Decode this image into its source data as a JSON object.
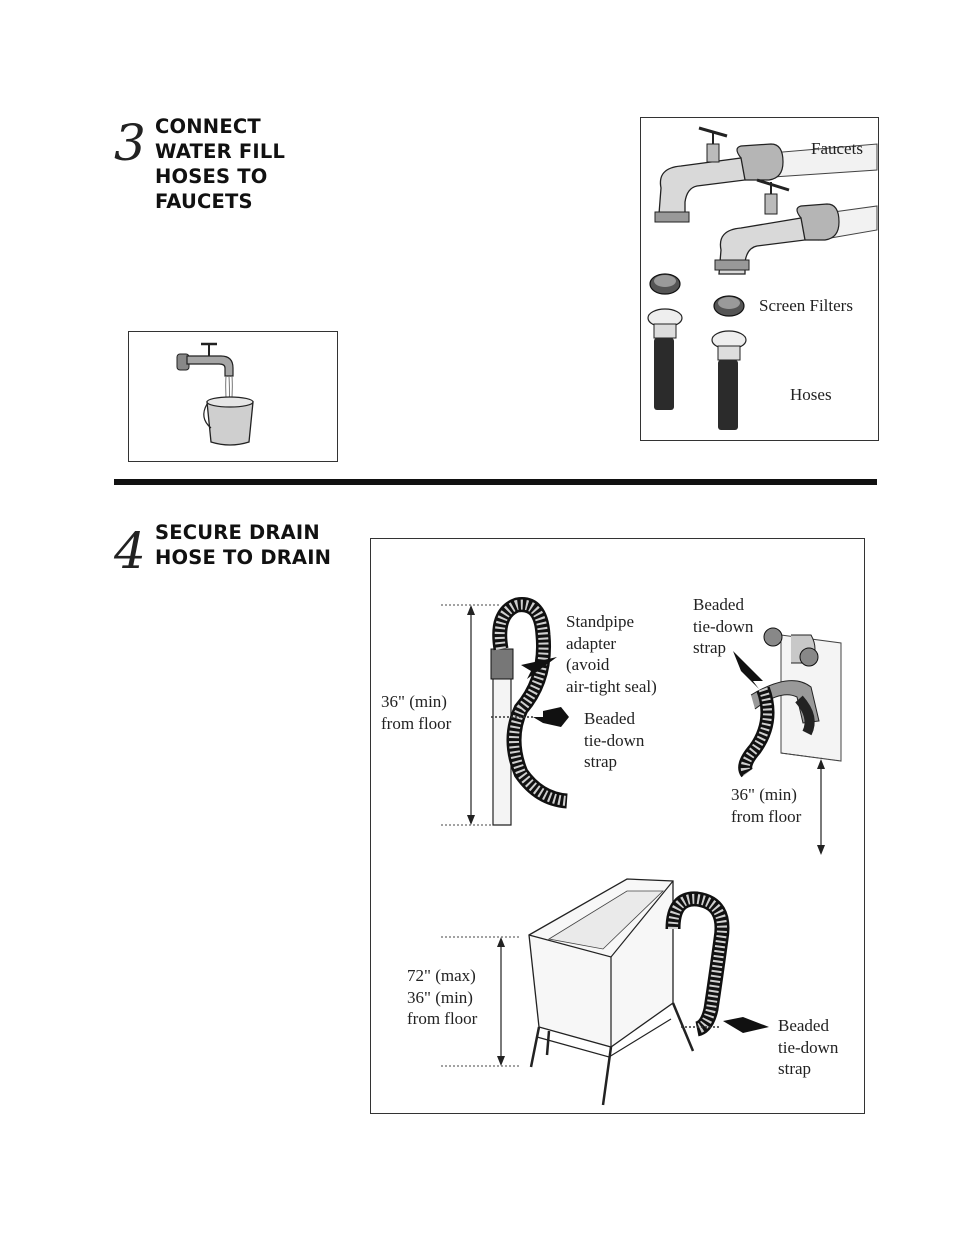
{
  "step3": {
    "number": "3",
    "title_lines": [
      "CONNECT",
      "WATER FILL",
      "HOSES TO",
      "FAUCETS"
    ],
    "labels": {
      "faucets": "Faucets",
      "screen_filters": "Screen Filters",
      "hoses": "Hoses"
    }
  },
  "step4": {
    "number": "4",
    "title_lines": [
      "SECURE DRAIN",
      "HOSE TO DRAIN"
    ],
    "standpipe": {
      "adapter_lines": [
        "Standpipe",
        "adapter",
        "(avoid",
        "air-tight seal)"
      ],
      "height_lines": [
        "36\" (min)",
        "from floor"
      ],
      "strap_lines": [
        "Beaded",
        "tie-down",
        "strap"
      ]
    },
    "sink": {
      "strap_lines": [
        "Beaded",
        "tie-down",
        "strap"
      ],
      "height_lines": [
        "36\" (min)",
        "from floor"
      ]
    },
    "tub": {
      "height_lines": [
        "72\" (max)",
        "36\" (min)",
        "from floor"
      ],
      "strap_lines": [
        "Beaded",
        "tie-down",
        "strap"
      ]
    }
  }
}
